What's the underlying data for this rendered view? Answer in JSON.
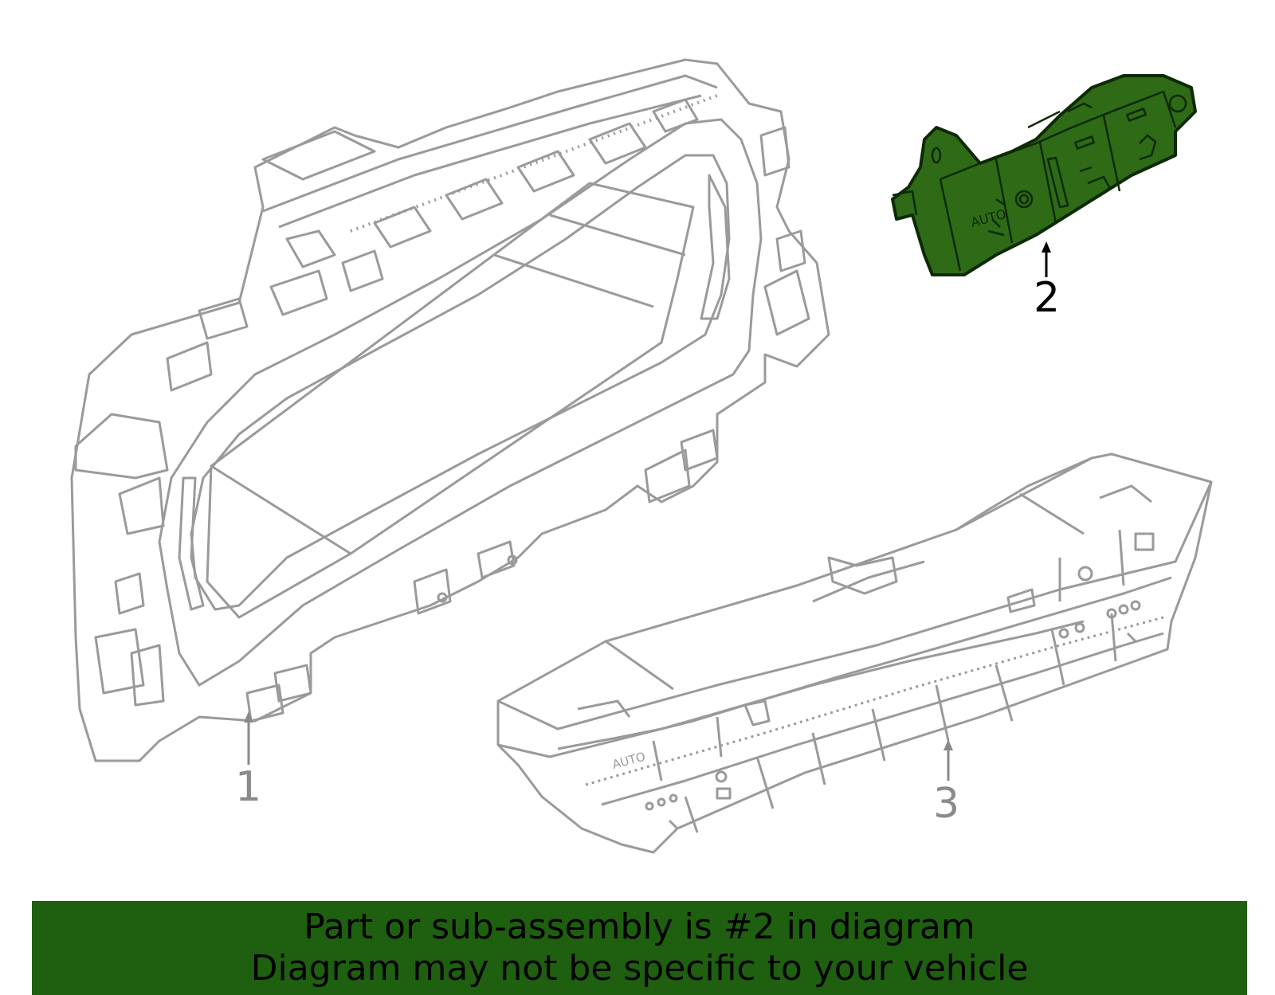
{
  "diagram": {
    "callouts": [
      {
        "label": "1",
        "highlighted": false
      },
      {
        "label": "2",
        "highlighted": true
      },
      {
        "label": "3",
        "highlighted": false
      }
    ],
    "panel_labels": {
      "auto_right": "AUTO",
      "auto_left": "AUTO"
    }
  },
  "banner": {
    "line1": "Part or sub-assembly is #2 in diagram",
    "line2": "Diagram may not be specific to your vehicle"
  },
  "colors": {
    "line": "#9a9a9a",
    "highlight_fill": "#2f6a16",
    "highlight_stroke": "#0d2a05",
    "banner_background": "#1e6010"
  }
}
